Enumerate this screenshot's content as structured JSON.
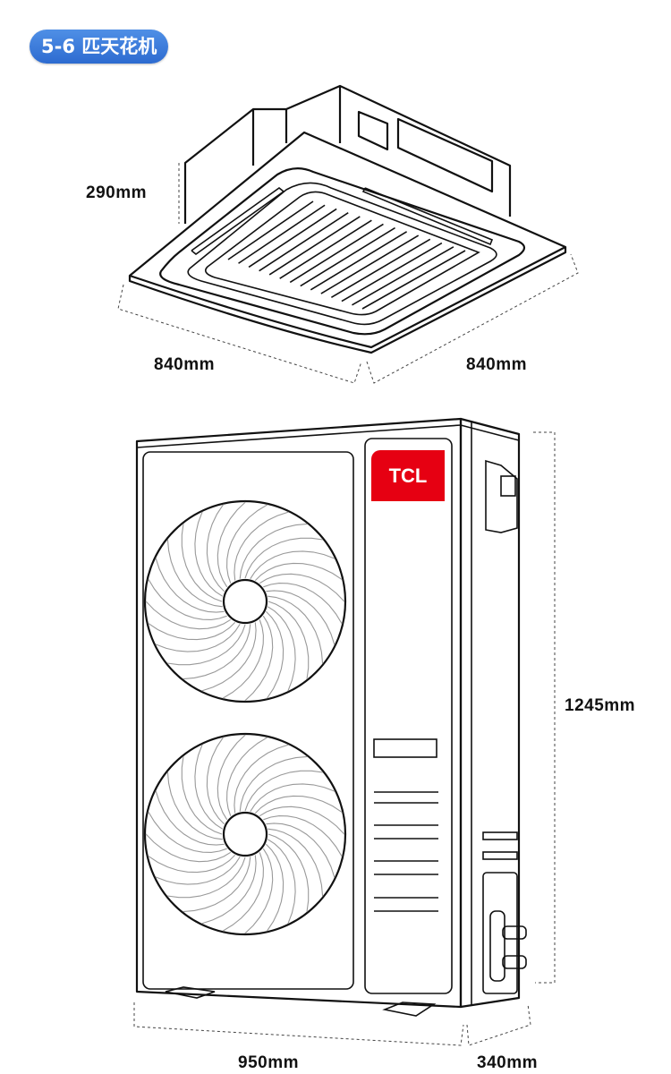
{
  "badge": {
    "label": "5-6 匹天花机",
    "color": "#3a7bd9"
  },
  "indoor_unit": {
    "height": "290mm",
    "width": "840mm",
    "depth": "840mm"
  },
  "outdoor_unit": {
    "brand": "TCL",
    "brand_color": "#e60012",
    "height": "1245mm",
    "width": "950mm",
    "depth": "340mm"
  }
}
